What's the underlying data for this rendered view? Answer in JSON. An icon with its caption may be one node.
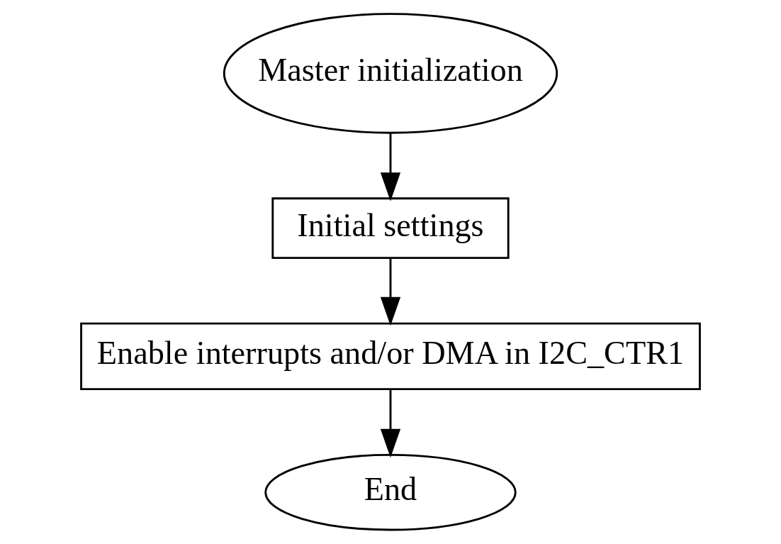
{
  "diagram": {
    "nodes": [
      {
        "text": [
          "Master initialization"
        ]
      },
      {
        "text": [
          "Initial settings"
        ]
      },
      {
        "text": [
          "Enable interrupts and/or DMA in I2C_CTR1"
        ]
      },
      {
        "text": [
          "End"
        ]
      }
    ],
    "edges": [
      {
        "from": 0,
        "to": 1,
        "arrow": "to"
      },
      {
        "from": 1,
        "to": 2,
        "arrow": "to"
      },
      {
        "from": 2,
        "to": 3,
        "arrow": "to"
      }
    ]
  }
}
